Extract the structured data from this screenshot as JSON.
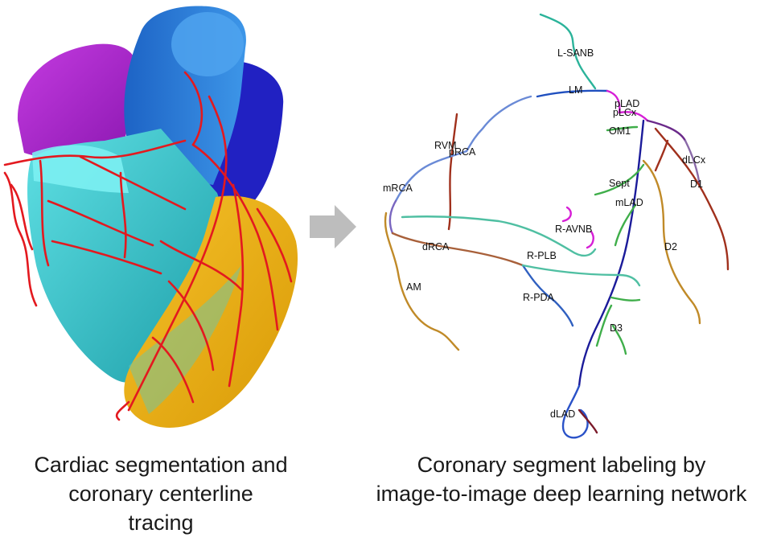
{
  "captions": {
    "left": [
      "Cardiac segmentation and",
      "coronary centerline",
      "tracing"
    ],
    "right": [
      "Coronary segment labeling by",
      "image-to-image deep learning network"
    ]
  },
  "segment_labels": [
    "L-SANB",
    "LM",
    "pLAD",
    "pLCx",
    "OM1",
    "RVM",
    "pRCA",
    "dLCx",
    "D1",
    "Sept",
    "mRCA",
    "mLAD",
    "R-AVNB",
    "dRCA",
    "D2",
    "R-PLB",
    "AM",
    "R-PDA",
    "D3",
    "dLAD"
  ],
  "icons": {
    "heart": "heart-model-icon",
    "arrow": "right-arrow-icon"
  },
  "colors": {
    "vessel_red": "#e3191f",
    "left_atrium": "#b31fd1",
    "aorta": "#1f74d6",
    "pulmonary": "#2020c8",
    "left_ventricle": "#e4a80c",
    "right_ventricle": "#39c2c7",
    "arrow": "#bdbdbd"
  }
}
